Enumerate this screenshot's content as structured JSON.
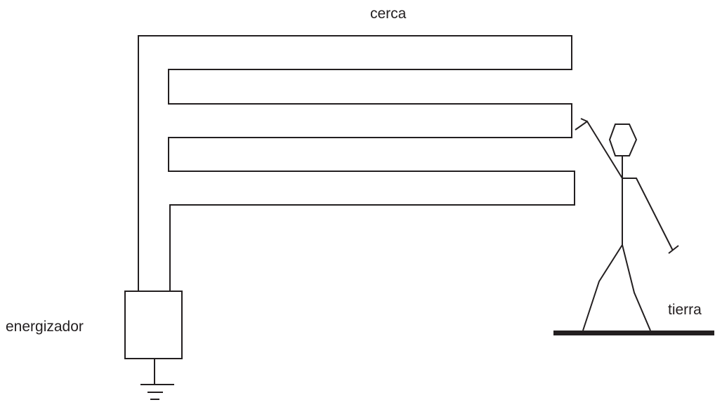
{
  "labels": {
    "fence": "cerca",
    "energizer": "energizador",
    "ground": "tierra"
  },
  "colors": {
    "line": "#231f20",
    "background": "#ffffff"
  }
}
